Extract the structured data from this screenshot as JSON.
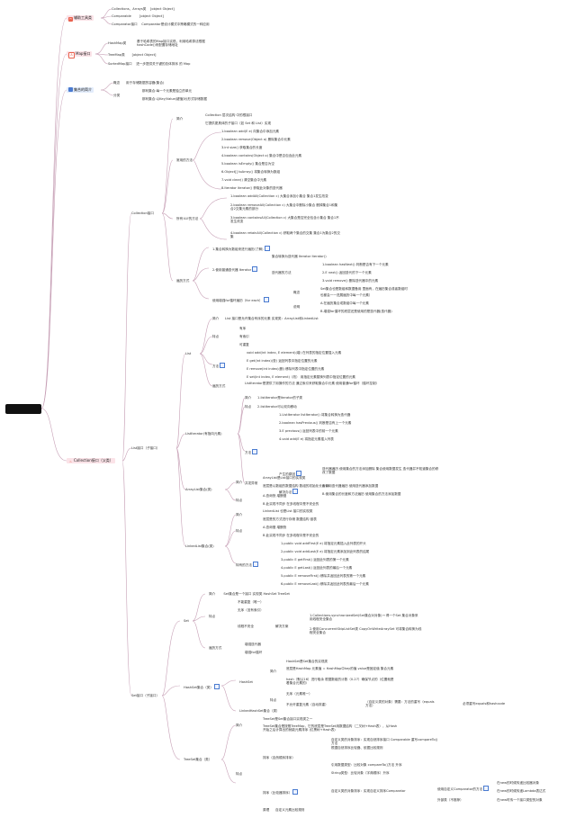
{
  "root": {
    "label": ""
  },
  "branches": {
    "tools": {
      "icon": "✂",
      "label": "辅助工具类",
      "items": [
        {
          "key": "Collections、Arrays类",
          "val": "[object Object]"
        },
        {
          "key": "Comparable",
          "val": "[object Object]"
        },
        {
          "key": "Comparator接口",
          "val": "Comparator是设计模式中策略模式的一种应用"
        }
      ]
    },
    "map": {
      "icon": "A",
      "label": "Map接口",
      "items": [
        {
          "key": "HashMap类",
          "val": "基于哈希表的Map接口实现，利用哈希算法根据hashCode()来配置存储地址"
        },
        {
          "key": "TreeMap类",
          "val": "[object Object]"
        },
        {
          "key": "SortedMap接口",
          "val": "进一步提供关于键的总体排序 的 Map"
        }
      ]
    },
    "intro": {
      "label": "集合的简介",
      "concept": "概念",
      "concept_val": "用于存储数据的容器(集合)",
      "category": "分类",
      "category_items": [
        "那利集合:每一个元素是独立的单元",
        "那利集合:以Key/Value(键值对)形式存储数据"
      ]
    },
    "collection": {
      "label": "Collection接口",
      "sub": "Collection接口（父类）"
    },
    "c_intro": {
      "label": "简介",
      "items": [
        "Collection 层次结构 中的根接口",
        "它提供更具体的子接口（如 Set 和 List）实现"
      ]
    },
    "c_common": {
      "label": "常用的方法",
      "items": [
        "1.boolean add(E e)         向集合中添加元素",
        "2.boolean remove(Object o)     删除集合中元素",
        "3.int size()          获取集合的长度",
        "4.boolean contains(Object o) 集合中是否包含此元素",
        "5.boolean isEmpty()        集合是否为空",
        "6.Object[] toArray()       将集合转换为数组",
        "7.void clear()          清空集合中元素",
        "8.Iterator iterator()      获取此对象的迭代器"
      ]
    },
    "c_all": {
      "label": "所有'All'的方法",
      "items": [
        "1.boolean addAll(Collection c)  大集合添加小集合 集合1发生改变",
        "2.boolean removeAll(Collection c)  大集合中删除小集合  删掉集合1和集合2交集元素的部分",
        "3.boolean containsAll(Collection c)  大集合是否完全包含小集合  集合1不发生改变",
        "4.boolean retainAll(Collection c)  获取两个集合的交集  集合1为集合2的交集"
      ]
    },
    "c_iter": {
      "label": "遍历方式",
      "m1": "1.集合转换为数组来进行遍历(了解)",
      "m2": "2.使用普通迭代器 Iterator",
      "m2_desc": "集合转换为迭代器 Iterator iterator()",
      "m2_common": "迭代器的方法",
      "m2_methods": [
        "1.boolean hasNext()  判断是否有下一个元素",
        "2.E next()   返回迭代的下一个元素",
        "3.void remove()   删除迭代器中的元素"
      ],
      "m3": "使用增强for循环遍历（for each）",
      "m3_concept": "概念",
      "m3_concept_val": "Set集合也是数组和数据备用 里面有，在遍历集合或者数组时",
      "m3_concept_val2": "也都会一一进展遍历中每一个元素）",
      "m3_note": "说明",
      "m3_notes": [
        "A.在遍历集合或数组中每一个元素",
        "B.增强for循环的底层还是使用的是迭代器(迭代器)"
      ]
    },
    "list": {
      "label": "List",
      "intro_label": "简介",
      "intro_val": "List 接口是允许集合有序的元素 实现类：ArrayList和LinkedList",
      "feature_label": "特点",
      "features": [
        "有序",
        "有索引",
        "可重复"
      ],
      "method_label": "方法",
      "methods": [
        "void add(int index, E element)(增)  在列表的指定位置插入元素",
        "E get(int index)(查)         返回列表中指定位置的元素",
        "E remove(int index)(删)      移除列表中指定位置的元素",
        "E set(int index, E element)（改）  用指定元素替换列表中指定位置的元素"
      ],
      "iter_label": "遍历方式",
      "iter_val": "ListIterator是提供了用操作的方法 通过索引来获取集合中元素 使用普通for循环（循环控制）"
    },
    "listiter": {
      "label": "ListIterator(有指向元素)",
      "intro": "简介",
      "intro_val": "1.listIterator是Iterator的子类",
      "feature": "特点",
      "feature_val": "2.listIterator可以双向移动",
      "method": "方法",
      "methods": [
        "1.ListIterator listIterator()  将集合转换为迭代器",
        "2.boolean hasPrevious()  判断是否有上一个元素",
        "3.E previous()  返回列表中的前一个元素",
        "4.void add(E e)   将指定元素插入列表"
      ],
      "exc": "并发异常",
      "exc_cause": "产生的原因",
      "exc_cause_val": "迭代器遍历 使用集合的方法添加删除 集合使用数据发生 迭代器并不知道集合的修改了数据",
      "exc_sol": "解决办法",
      "exc_sols": [
        "A.使用迭代器遍历 使用迭代器添加数据",
        "B.使用集合的长度和方法遍历 使用集合的方法添加数据"
      ]
    },
    "collection_list": {
      "label": "List接口（子接口）"
    },
    "arraylist": {
      "label": "ArrayList集合(类)",
      "intro": "简介",
      "intro_items": [
        "ArrayList是List接口的实现类",
        "底层是以数组的数据结构 数组的初始化长度10"
      ],
      "feature": "特点",
      "feature_items": [
        "A.查询快 增删慢",
        "B.此实现不同步 在多线程中是不安全的"
      ]
    },
    "linkedlist": {
      "label": "LinkedList集合(类)",
      "intro": "简介",
      "intro_items": [
        "LinkedList 也是List 接口的实现类",
        "底层是的方式进行存储 数据结构 链表"
      ],
      "feature": "特点",
      "feature_items": [
        "A.查询慢 增删快",
        "B.此实现不同步 在多线程中是不安全的"
      ],
      "methods_label": "特有的方法",
      "methods": [
        "1.public void addFirst(E e)  将指定元素插入此列表的开头",
        "2.public void addLast(E e)  将指定元素添加到此列表的结尾",
        "3.public E getFirst()  返回此列表的第一个元素",
        "4.public E getLast()  返回此列表的最后一个元素",
        "5.public E removeFirst()  移除并返回此列表的第一个元素",
        "6.public E removeLast()  移除并返回此列表的最后一个元素"
      ]
    },
    "set": {
      "label": "Set",
      "intro": "简介",
      "intro_val": "Set集合是一个接口 实现类 HashSet TreeSet",
      "feature": "特点",
      "feature_items": [
        "不能重复（唯一）",
        "无序（没有索引）"
      ],
      "unsafe": "线程不安全",
      "solution": "解决方案",
      "solutions": [
        "1.Collections.synchronizedSet(Set集合对对象)→ 得一个Set 集合对象采用线程安全集合",
        "2.使用ConcurrentSkipListSet类 CopyOnWriteArraySet 可将集合转换为线程安全集合"
      ],
      "iter": "遍历方式",
      "iter_items": [
        "增强迭代器",
        "增强for循环"
      ]
    },
    "set_iface": {
      "label": "Set接口（子接口）"
    },
    "hashset": {
      "label": "HashSet集合（类）",
      "hashset_name": "HashSet",
      "intro": "简介",
      "intro_items": [
        "HashSet是Set集合的实现类",
        "底层是HashMap 元素值 = HashMap中key的值 value是固定值 集合元素",
        "hash（默认16）进行取余 根据数组的计数（0-27）确保节点的（位置就是看集合元素的）"
      ],
      "feature": "特点",
      "feature_items": [
        "无序（元素唯一）",
        "不允许重复元素（自动排重）"
      ],
      "dedup": "（自定义类的对象）需要：方法的重写（equals方法）",
      "dedup_val": "必须重写equals和hashcode"
    },
    "linkedhashset": {
      "label": "LinkedHashSet集合（类）"
    },
    "treeset": {
      "label": "TreeSet集合（类）",
      "intro": "简介",
      "intro_items": [
        "TreeSet是Set集合接口实现类之一",
        "TreeSet集合是按照TreeMap，它的底层是TreeSet用数据结构（二叉树+Hash表），从Hash开始之后计算出的就能元素排序 (红黑树+Hash表)"
      ],
      "feature": "特点",
      "sort1": "排序（自然顺序排序）",
      "sort1_items": [
        "自定义类的对象排序：实现自然排序接口 Comparable 重写compareTo()方法",
        "根据自然排序比较器、依据比较规则",
        "引用数据类型：比较对象 compareTo()方法  升序",
        "String类型：比较对象（字典顺序）升序"
      ],
      "sort2": "排序（比较器排序）",
      "sort2_val": "自定义类的对象排序：实现自定义排序Comparator",
      "sort2_a": "使用自定义Comparator的方法",
      "sort2_a_items": [
        "在new的时候传递比较器对象",
        "在new的时候传递Lambda表达式"
      ],
      "sort2_b": "外部类（不推荐）",
      "sort2_b_val": "在new时传一个接口类型的对象",
      "other": "原理",
      "other_val": "自定义元素比较规则"
    }
  },
  "colors": {
    "pink": "#fbe3e8",
    "blue": "#e2ecfb",
    "line": "#c7a0b6",
    "accent": "#e8614d"
  }
}
